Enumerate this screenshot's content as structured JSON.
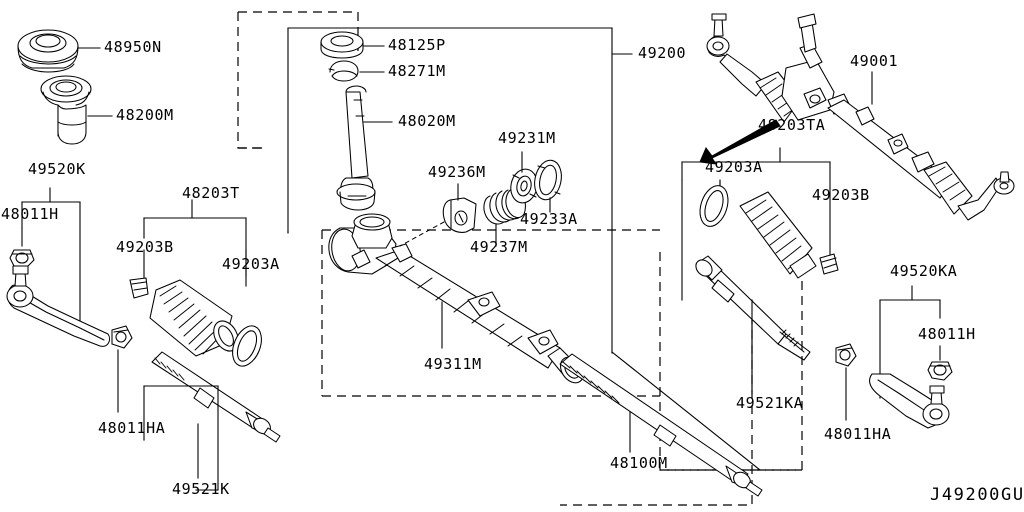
{
  "diagram": {
    "drawing_number": "J49200GU",
    "title": "Steering Gear & Linkage Parts Diagram",
    "background_color": "#ffffff",
    "line_color": "#000000"
  },
  "labels": {
    "grommet_upper": "48950N",
    "boot_lower": "48200M",
    "dust_cover": "48125P",
    "snap_ring": "48271M",
    "shaft": "48020M",
    "seal_small": "49231M",
    "bush_49236": "49236M",
    "spring_49237": "49237M",
    "seal_49233": "49233A",
    "assembly_49200": "49200",
    "gear_assy_49001": "49001",
    "kit_48203TA": "48203TA",
    "clamp_right_49203A": "49203A",
    "clamp_right_49203B": "49203B",
    "kit_left_48203T": "48203T",
    "clamp_left_49203B": "49203B",
    "clamp_left_49203A": "49203A",
    "outer_kit_left": "49520K",
    "nut_left": "48011H",
    "nut_left_ha": "48011HA",
    "inner_left": "49521K",
    "rack_49311": "49311M",
    "inner_center_48100": "48100M",
    "inner_right_49521KA": "49521KA",
    "nut_right_ha": "48011HA",
    "outer_kit_right": "49520KA",
    "nut_right": "48011H"
  }
}
